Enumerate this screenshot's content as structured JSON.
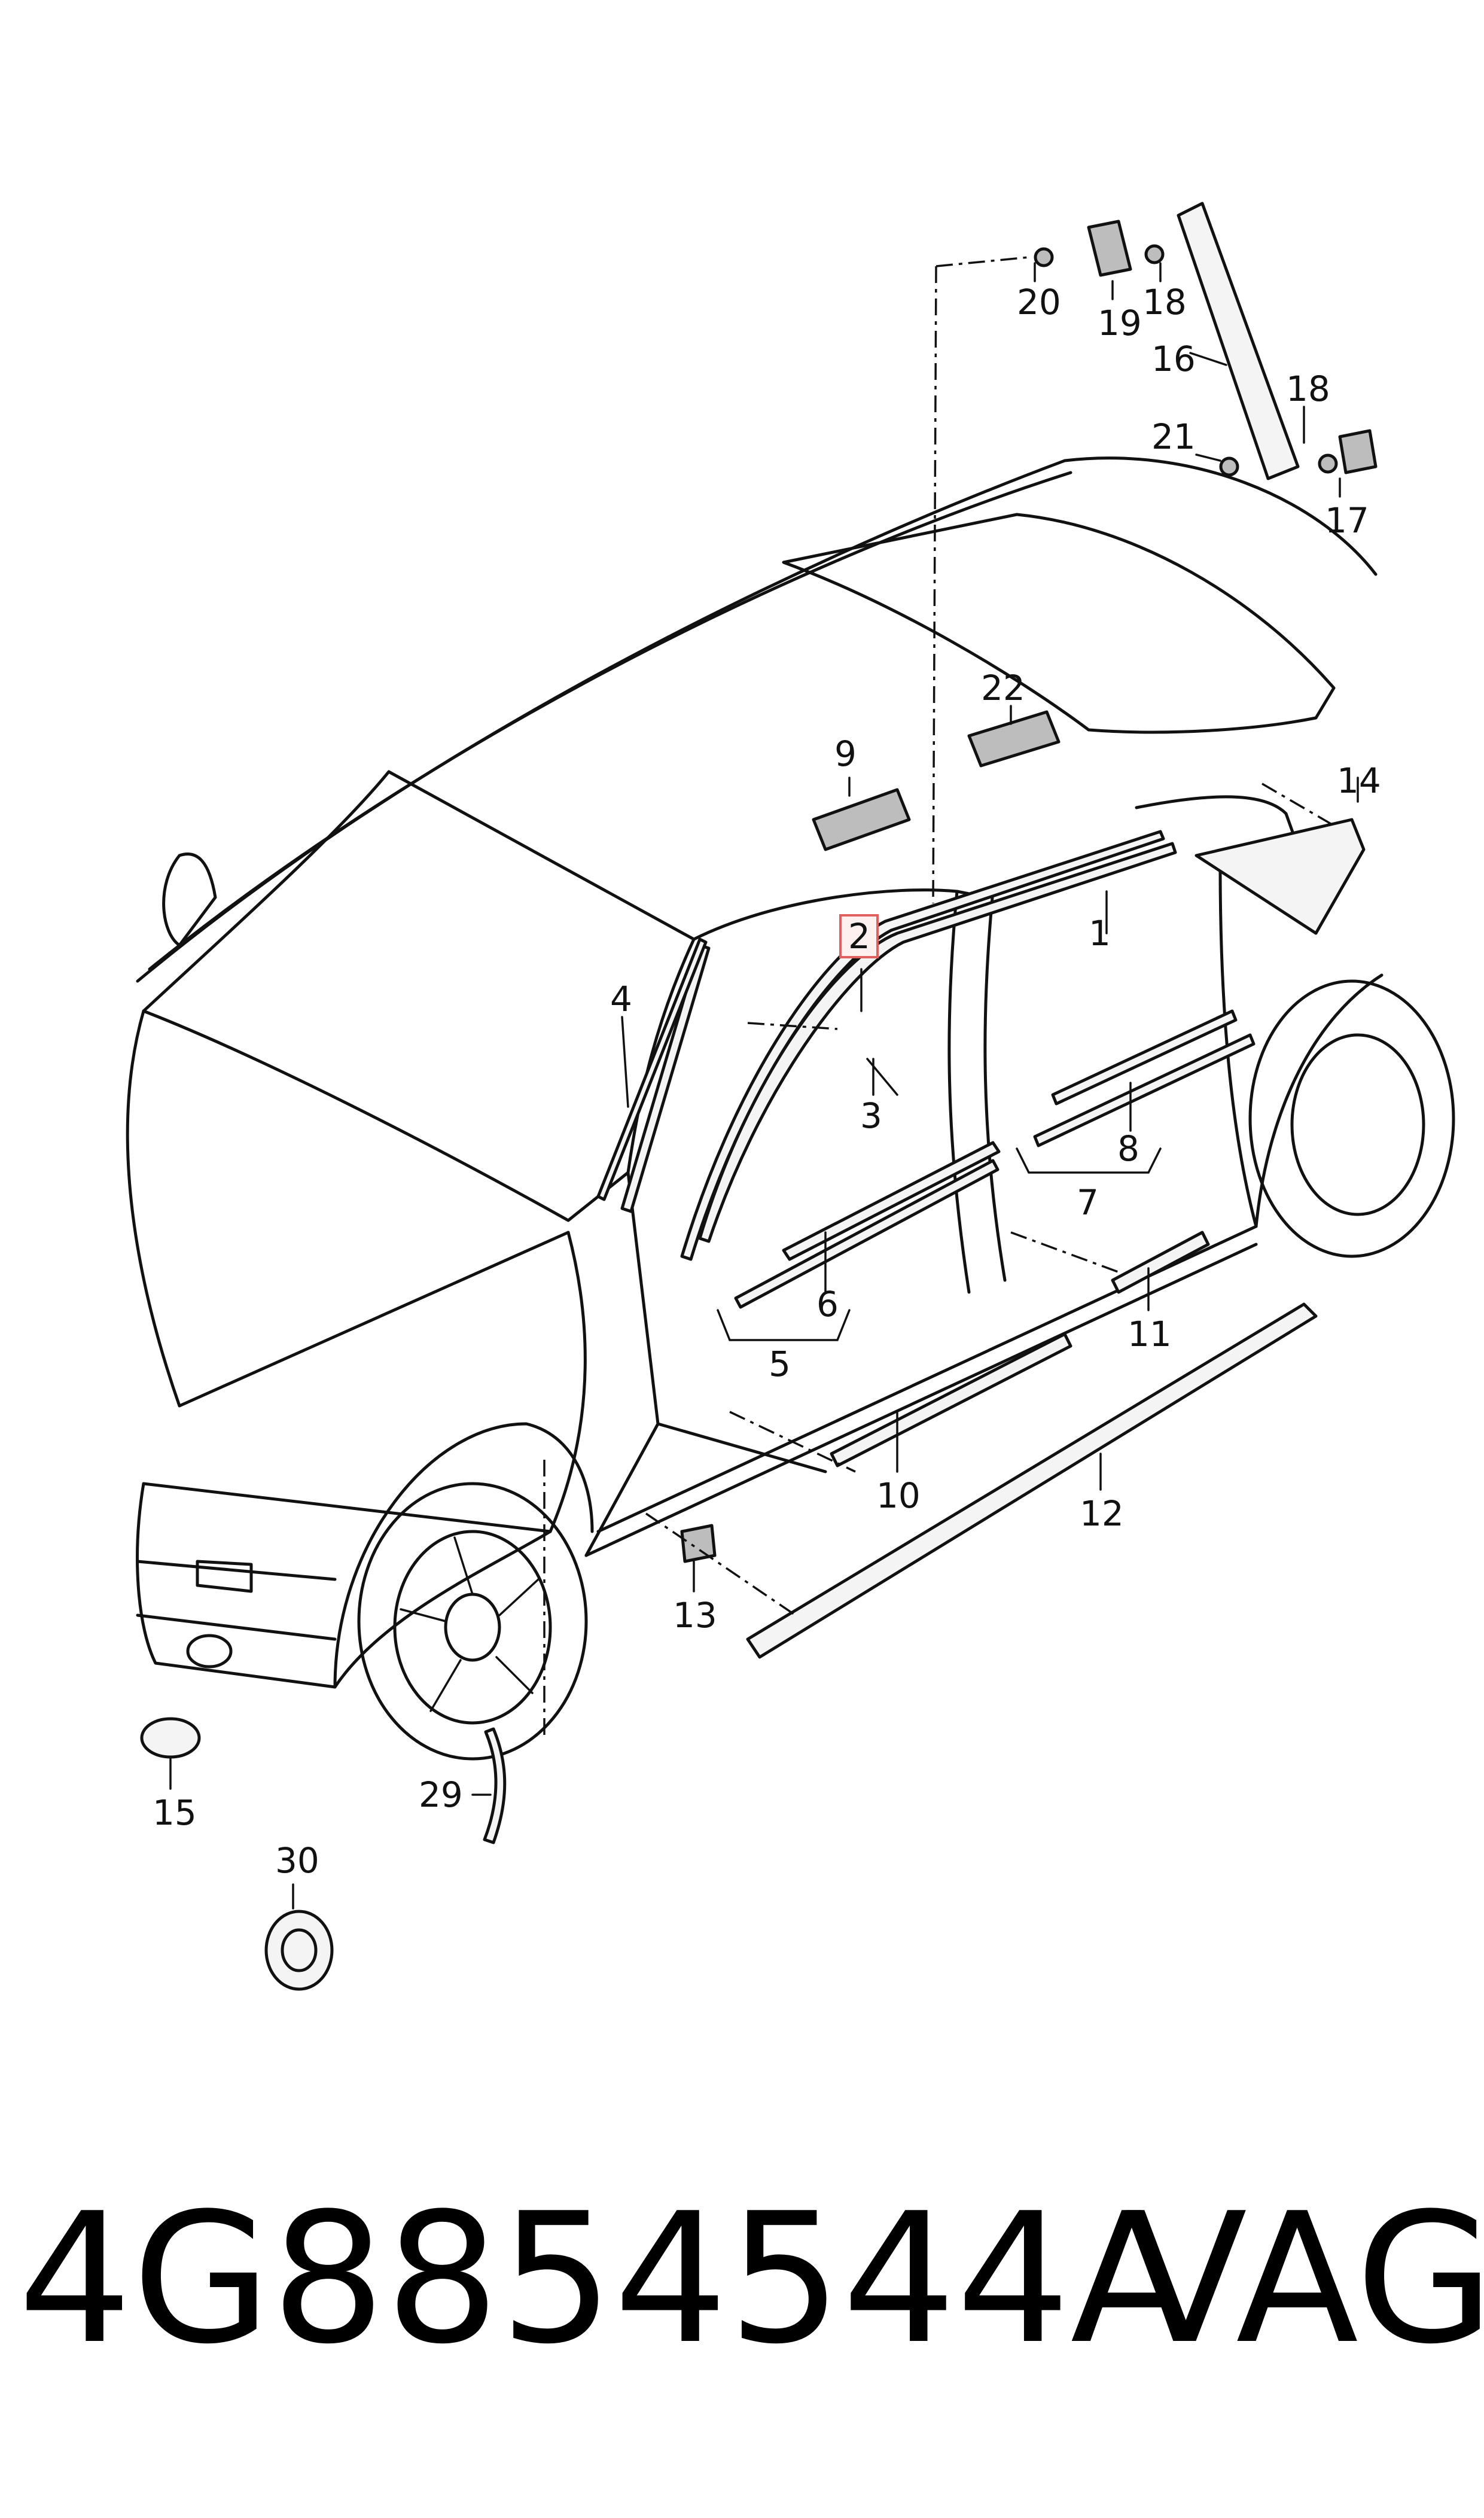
{
  "part_number": "4G8854544A",
  "brand": "VAG",
  "highlighted_callout": "2",
  "callouts": [
    {
      "id": "callout-1",
      "label": "1"
    },
    {
      "id": "callout-2",
      "label": "2"
    },
    {
      "id": "callout-3",
      "label": "3"
    },
    {
      "id": "callout-4",
      "label": "4"
    },
    {
      "id": "callout-5",
      "label": "5"
    },
    {
      "id": "callout-6",
      "label": "6"
    },
    {
      "id": "callout-7",
      "label": "7"
    },
    {
      "id": "callout-8",
      "label": "8"
    },
    {
      "id": "callout-9",
      "label": "9"
    },
    {
      "id": "callout-10",
      "label": "10"
    },
    {
      "id": "callout-11",
      "label": "11"
    },
    {
      "id": "callout-12",
      "label": "12"
    },
    {
      "id": "callout-13",
      "label": "13"
    },
    {
      "id": "callout-14",
      "label": "14"
    },
    {
      "id": "callout-15",
      "label": "15"
    },
    {
      "id": "callout-16",
      "label": "16"
    },
    {
      "id": "callout-17",
      "label": "17"
    },
    {
      "id": "callout-18a",
      "label": "18"
    },
    {
      "id": "callout-18b",
      "label": "18"
    },
    {
      "id": "callout-19",
      "label": "19"
    },
    {
      "id": "callout-20",
      "label": "20"
    },
    {
      "id": "callout-21",
      "label": "21"
    },
    {
      "id": "callout-22",
      "label": "22"
    },
    {
      "id": "callout-29",
      "label": "29"
    },
    {
      "id": "callout-30",
      "label": "30"
    }
  ]
}
